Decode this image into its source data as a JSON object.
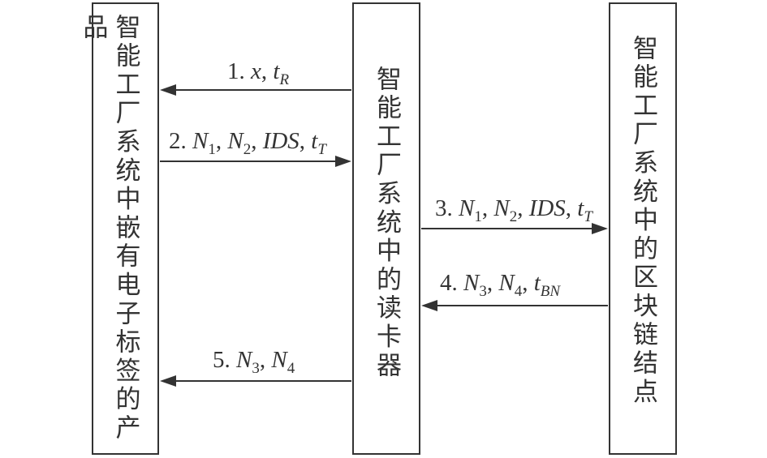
{
  "participants": {
    "product": "智能工厂系统中嵌有电子标签的产品",
    "reader": "智能工厂系统中的读卡器",
    "blockchain_node": "智能工厂系统中的区块链结点"
  },
  "messages": [
    {
      "num": "1.",
      "content": "x, t_R",
      "from": "reader",
      "to": "product"
    },
    {
      "num": "2.",
      "content": "N_1, N_2, IDS, t_T",
      "from": "product",
      "to": "reader"
    },
    {
      "num": "3.",
      "content": "N_1, N_2, IDS, t_T",
      "from": "reader",
      "to": "blockchain_node"
    },
    {
      "num": "4.",
      "content": "N_3, N_4, t_BN",
      "from": "blockchain_node",
      "to": "reader"
    },
    {
      "num": "5.",
      "content": "N_3, N_4",
      "from": "reader",
      "to": "product"
    }
  ],
  "colors": {
    "line": "#333333",
    "text": "#333333",
    "background": "#ffffff"
  }
}
